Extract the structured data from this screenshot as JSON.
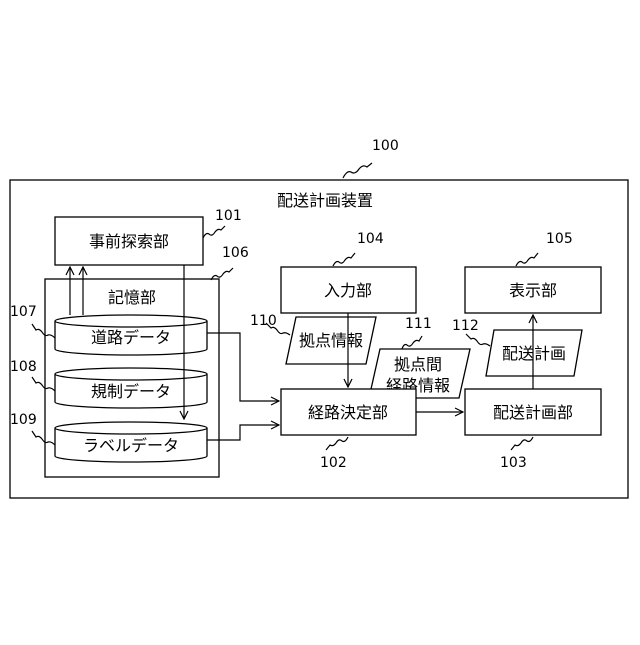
{
  "diagram": {
    "system": {
      "ref": "100",
      "title": "配送計画装置"
    },
    "pre_search": {
      "ref": "101",
      "label": "事前探索部"
    },
    "storage": {
      "ref": "106",
      "label": "記憶部"
    },
    "road_data": {
      "ref": "107",
      "label": "道路データ"
    },
    "regulation_data": {
      "ref": "108",
      "label": "規制データ"
    },
    "label_data": {
      "ref": "109",
      "label": "ラベルデータ"
    },
    "input_unit": {
      "ref": "104",
      "label": "入力部"
    },
    "base_info": {
      "ref": "110",
      "label": "拠点情報"
    },
    "inter_base_info": {
      "ref": "111",
      "line1": "拠点間",
      "line2": "経路情報"
    },
    "route_decision": {
      "ref": "102",
      "label": "経路決定部"
    },
    "display_unit": {
      "ref": "105",
      "label": "表示部"
    },
    "delivery_plan": {
      "ref": "112",
      "label": "配送計画"
    },
    "plan_unit": {
      "ref": "103",
      "label": "配送計画部"
    }
  }
}
